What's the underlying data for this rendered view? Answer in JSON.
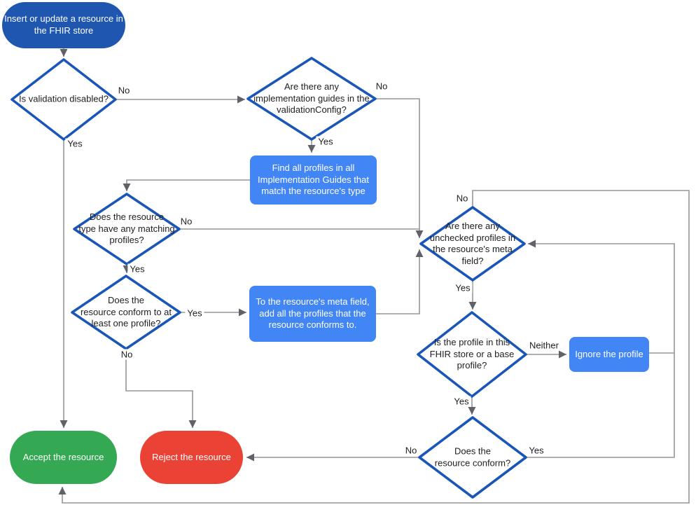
{
  "colors": {
    "start-fill": "#1e56b0",
    "diamond-border": "#1a56b8",
    "process-fill": "#4285f4",
    "accept-fill": "#34a853",
    "reject-fill": "#ea4335",
    "line": "#969696",
    "arrow": "#5f6368",
    "text-dark": "#202124",
    "text-light": "#ffffff"
  },
  "nodes": {
    "start": "Insert or update a resource in\nthe FHIR store",
    "validation_disabled": "Is validation disabled?",
    "implementation_guides": "Are there any\nimplementation guides in the\nvalidationConfig?",
    "find_profiles": "Find all profiles in all\nImplementation Guides that\nmatch the resource's type",
    "matching_profiles": "Does the resource\ntype have any matching\nprofiles?",
    "conform_one": "Does the\nresource conform to at\nleast one profile?",
    "add_profiles": "To the resource's meta field,\nadd all the profiles that the\nresource conforms to.",
    "unchecked_profiles": "Are there any\nunchecked profiles in\nthe resource's meta\nfield?",
    "profile_in_store": "Is the profile in this\nFHIR store or a base\nprofile?",
    "ignore_profile": "Ignore the profile",
    "resource_conform": "Does the\nresource conform?",
    "accept": "Accept the resource",
    "reject": "Reject the resource"
  },
  "edge_labels": {
    "validation_no": "No",
    "validation_yes": "Yes",
    "impl_no": "No",
    "impl_yes": "Yes",
    "matching_no": "No",
    "matching_yes": "Yes",
    "conform_one_yes": "Yes",
    "conform_one_no": "No",
    "unchecked_no": "No",
    "unchecked_yes": "Yes",
    "store_neither": "Neither",
    "store_yes": "Yes",
    "conform_no": "No",
    "conform_yes": "Yes"
  }
}
